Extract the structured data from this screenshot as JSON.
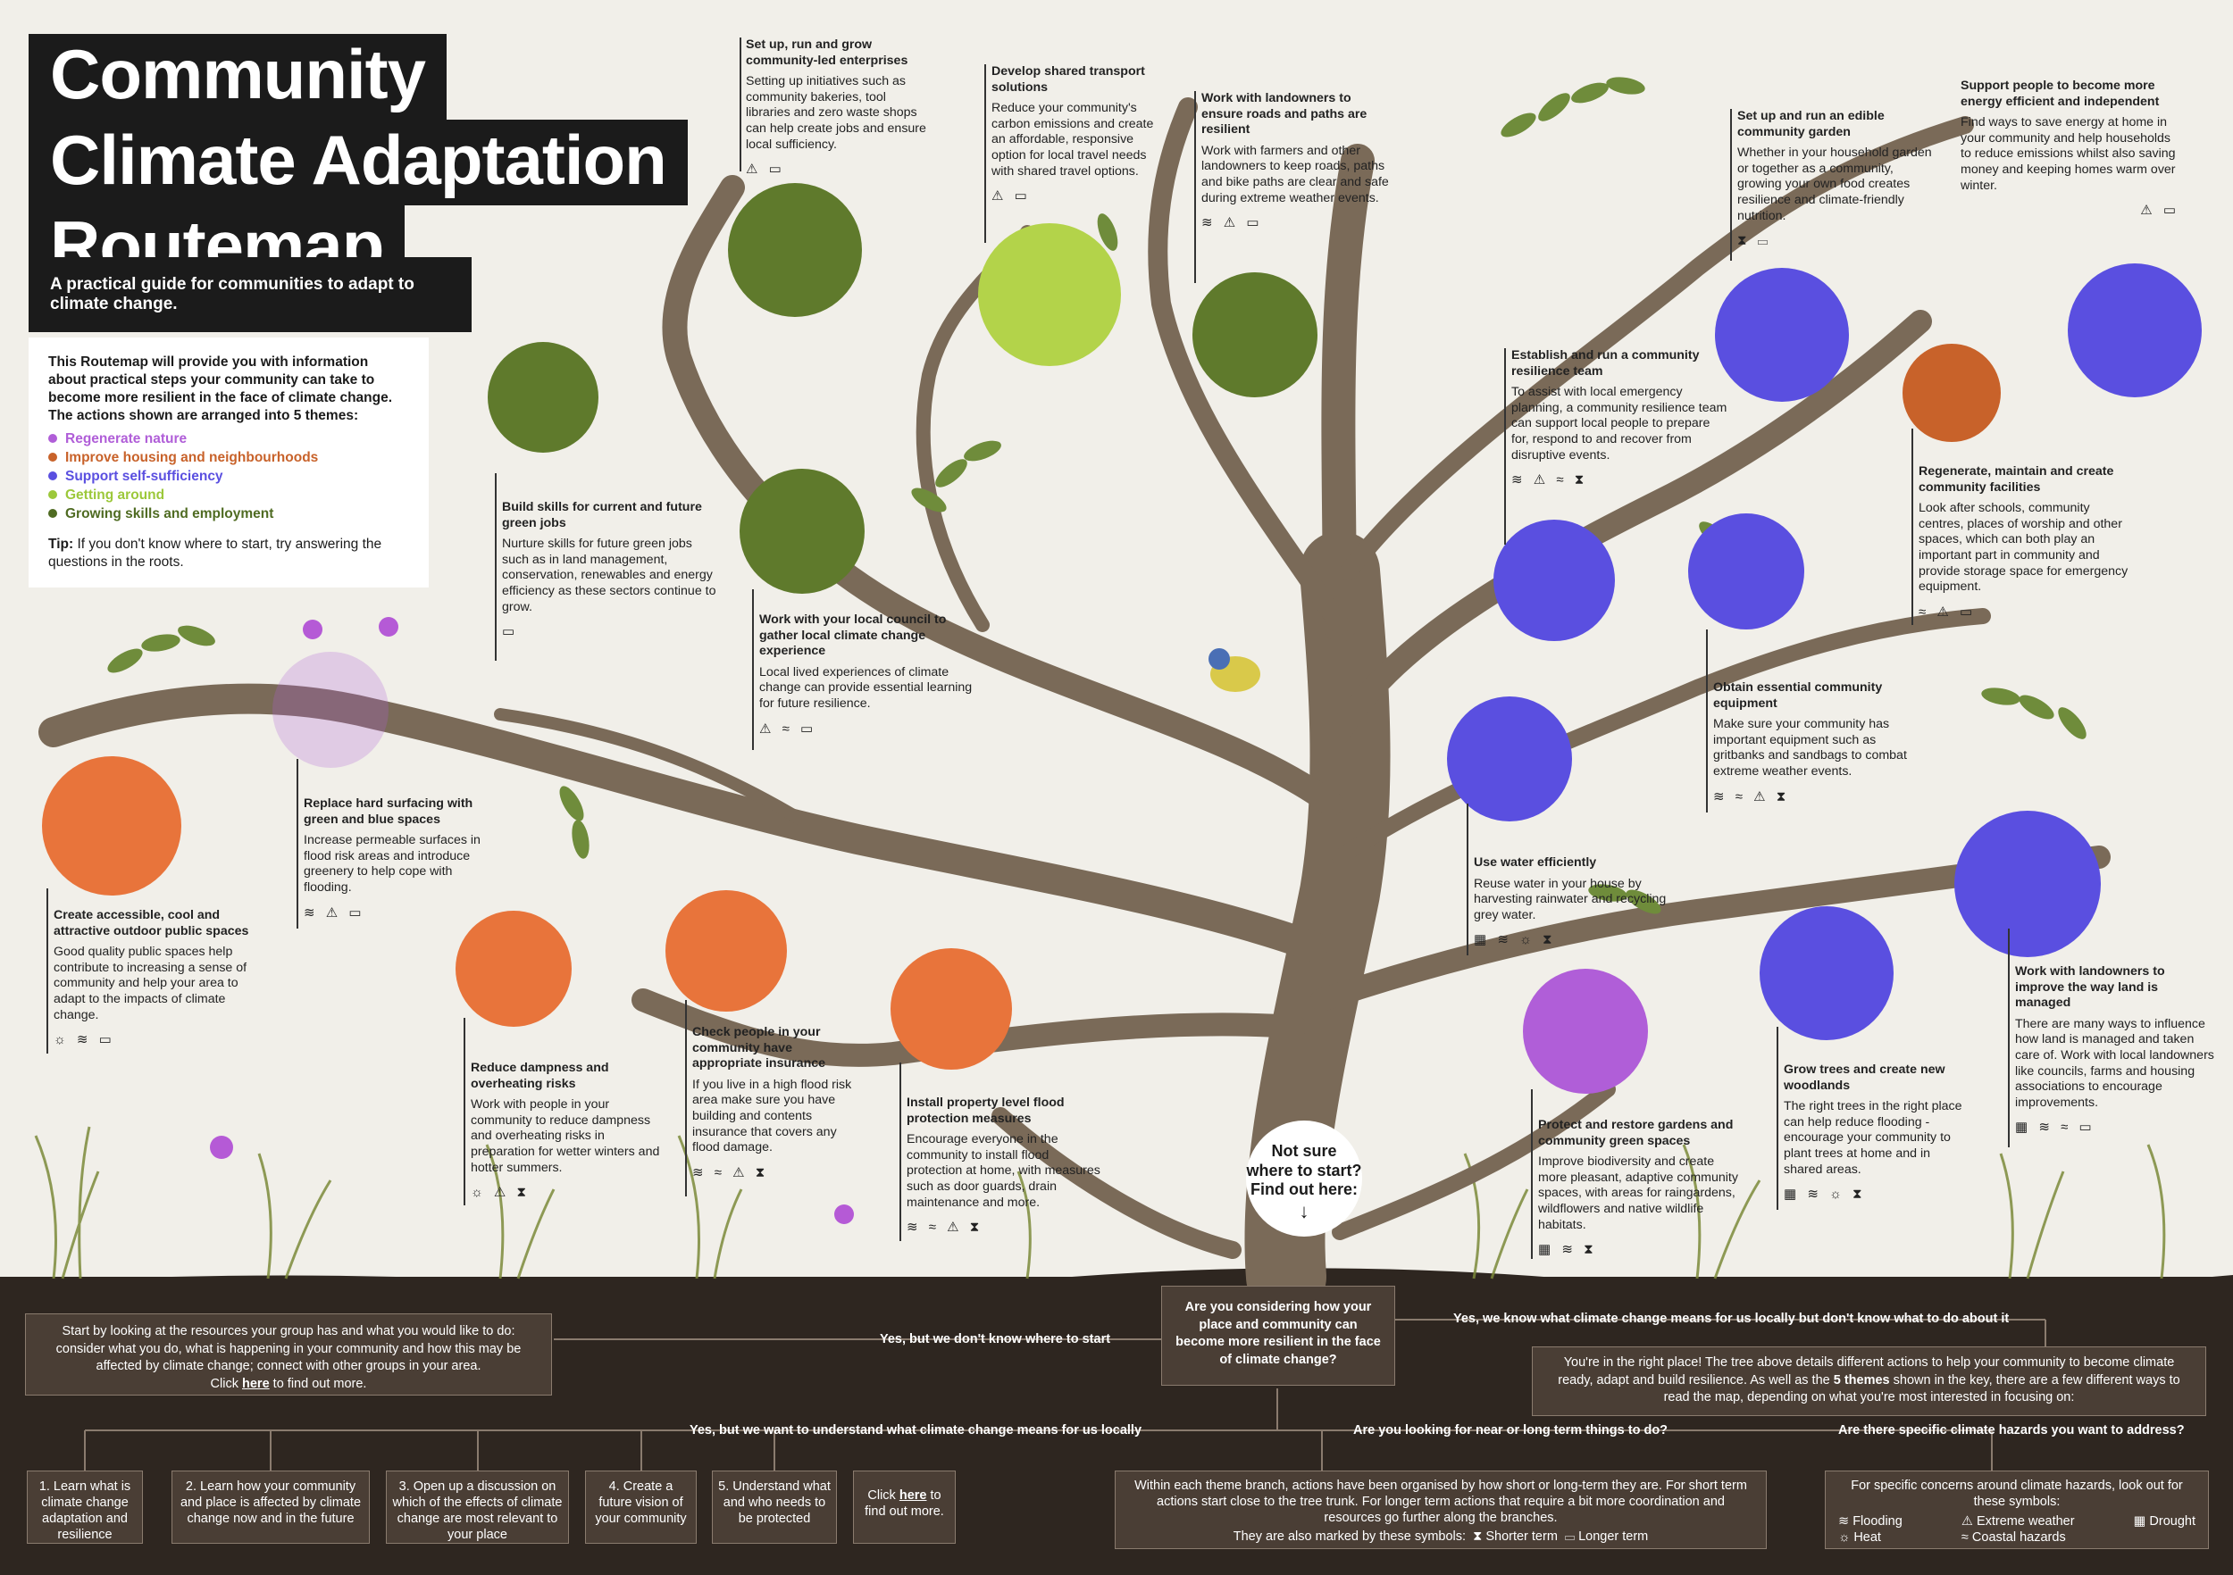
{
  "title": {
    "line1": "Community",
    "line2": "Climate Adaptation",
    "line3": "Routemap"
  },
  "subtitle": "A practical guide for communities to adapt to climate change.",
  "intro": {
    "text": "This Routemap will provide you with information about practical steps your community can take to become more resilient in the face of climate change.",
    "themes_intro": "The actions shown are arranged into 5 themes:",
    "themes": [
      {
        "label": "Regenerate nature",
        "color": "#b05ed8"
      },
      {
        "label": "Improve housing and neighbourhoods",
        "color": "#c8622a"
      },
      {
        "label": "Support self-sufficiency",
        "color": "#5a4fe0"
      },
      {
        "label": "Getting around",
        "color": "#9cc83a"
      },
      {
        "label": "Growing skills and employment",
        "color": "#4f6b22"
      }
    ],
    "tip_label": "Tip:",
    "tip": "If you don't know where to start, try answering the questions in the roots."
  },
  "actions": [
    {
      "title": "Set up, run and grow community-led enterprises",
      "desc": "Setting up initiatives such as community bakeries, tool libraries and zero waste shops can help create jobs and ensure local sufficiency.",
      "symbols": "⚠ ▭"
    },
    {
      "title": "Develop shared transport solutions",
      "desc": "Reduce your community's carbon emissions and create an affordable, responsive option for local travel needs with shared travel options.",
      "symbols": "⚠ ▭"
    },
    {
      "title": "Work with landowners to ensure roads and paths are resilient",
      "desc": "Work with farmers and other landowners to keep roads, paths and bike paths are clear and safe during extreme weather events.",
      "symbols": "≋ ⚠ ▭"
    },
    {
      "title": "Set up and run an edible community garden",
      "desc": "Whether in your household garden or together as a community, growing your own food creates resilience and climate-friendly nutrition.",
      "symbols": "⧗ ▭"
    },
    {
      "title": "Support people to become more energy efficient and independent",
      "desc": "Find ways to save energy at home in your community and help households to reduce emissions whilst also saving money and keeping homes warm over winter.",
      "symbols": "⚠ ▭"
    },
    {
      "title": "Build skills for current and future green jobs",
      "desc": "Nurture skills for future green jobs such as in land management, conservation, renewables and energy efficiency as these sectors continue to grow.",
      "symbols": "▭"
    },
    {
      "title": "Work with your local council to gather local climate change experience",
      "desc": "Local lived experiences of climate change can provide essential learning for future resilience.",
      "symbols": "⚠ ≈ ▭"
    },
    {
      "title": "Establish and run a community resilience team",
      "desc": "To assist with local emergency planning, a community resilience team can support local people to prepare for, respond to and recover from disruptive events.",
      "symbols": "≋ ⚠ ≈ ⧗"
    },
    {
      "title": "Regenerate, maintain and create community facilities",
      "desc": "Look after schools, community centres, places of worship and other spaces, which can both play an important part in community and provide storage space for emergency equipment.",
      "symbols": "≈ ⚠ ▭"
    },
    {
      "title": "Obtain essential community equipment",
      "desc": "Make sure your community has important equipment such as gritbanks and sandbags to combat extreme weather events.",
      "symbols": "≋ ≈ ⚠ ⧗"
    },
    {
      "title": "Replace hard surfacing with green and blue spaces",
      "desc": "Increase permeable surfaces in flood risk areas and introduce greenery to help cope with flooding.",
      "symbols": "≋ ⚠ ▭"
    },
    {
      "title": "Create accessible, cool and attractive outdoor public spaces",
      "desc": "Good quality public spaces help contribute to increasing a sense of community and help your area to adapt to the impacts of climate change.",
      "symbols": "☼ ≋ ▭"
    },
    {
      "title": "Use water efficiently",
      "desc": "Reuse water in your house by harvesting rainwater and recycling grey water.",
      "symbols": "▦ ≋ ☼ ⧗"
    },
    {
      "title": "Work with landowners to improve the way land is managed",
      "desc": "There are many ways to influence how land is managed and taken care of. Work with local landowners like councils, farms and housing associations to encourage improvements.",
      "symbols": "▦ ≋ ≈ ▭"
    },
    {
      "title": "Reduce dampness and overheating risks",
      "desc": "Work with people in your community to reduce dampness and overheating risks in preparation for wetter winters and hotter summers.",
      "symbols": "☼ ⚠ ⧗"
    },
    {
      "title": "Check people in your community have appropriate insurance",
      "desc": "If you live in a high flood risk area make sure you have building and contents insurance that covers any flood damage.",
      "symbols": "≋ ≈ ⚠ ⧗"
    },
    {
      "title": "Install property level flood protection measures",
      "desc": "Encourage everyone in the community to install flood protection at home, with measures such as door guards, drain maintenance and more.",
      "symbols": "≋ ≈ ⚠ ⧗"
    },
    {
      "title": "Grow trees and create new woodlands",
      "desc": "The right trees in the right place can help reduce flooding - encourage your community to plant trees at home and in shared areas.",
      "symbols": "▦ ≋ ☼ ⧗"
    },
    {
      "title": "Protect and restore gardens and community green spaces",
      "desc": "Improve biodiversity and create more pleasant, adaptive community spaces, with areas for raingardens, wildflowers and native wildlife habitats.",
      "symbols": "▦ ≋ ⧗"
    }
  ],
  "not_sure": {
    "line1": "Not sure",
    "line2": "where to start?",
    "line3": "Find out here:",
    "arrow": "↓"
  },
  "roots": {
    "question": "Are you considering how your place and community can become more resilient in the face of climate change?",
    "left_panel": "Start by looking at the resources your group has and what you would like to do: consider what you do, what is happening in your community and how this may be affected by climate change; connect with other groups in your area.",
    "left_click": "Click",
    "here": "here",
    "left_click_end": "to find out more.",
    "label_yes_start": "Yes, but we don't know where to start",
    "label_yes_know": "Yes, we know what climate change means for us locally but don't know what to do about it",
    "label_yes_understand": "Yes, but we want to understand what climate change means for us locally",
    "label_near_long": "Are you looking for near or long term things to do?",
    "label_hazards": "Are there specific climate hazards you want to address?",
    "right_panel_a": "You're in the right place! The tree above details different actions to help your community to become climate ready, adapt and build resilience. As well as the",
    "right_panel_bold": "5 themes",
    "right_panel_b": "shown in the key, there are a few different ways to read the map, depending on what you're most interested in focusing on:",
    "steps": [
      "1. Learn what is climate change adaptation and resilience",
      "2. Learn how your community and place is affected by climate change now and in the future",
      "3. Open up a discussion on which of the effects of climate change are most relevant to your place",
      "4. Create a future vision of your community",
      "5. Understand what and who needs to be protected"
    ],
    "step_click": "Click",
    "step_click_end": "to find out more.",
    "near_long_text": "Within each theme branch, actions have been organised by how short or long-term they are. For short term actions start close to the tree trunk. For longer term actions that require a bit more coordination and resources go further along the branches.",
    "marked_by": "They are also marked by these symbols:",
    "shorter_term": "Shorter term",
    "longer_term": "Longer term",
    "hazards_text": "For specific concerns around climate hazards, look out for these symbols:",
    "hazards": {
      "flooding": "Flooding",
      "extreme_weather": "Extreme weather",
      "drought": "Drought",
      "heat": "Heat",
      "coastal": "Coastal hazards"
    }
  }
}
